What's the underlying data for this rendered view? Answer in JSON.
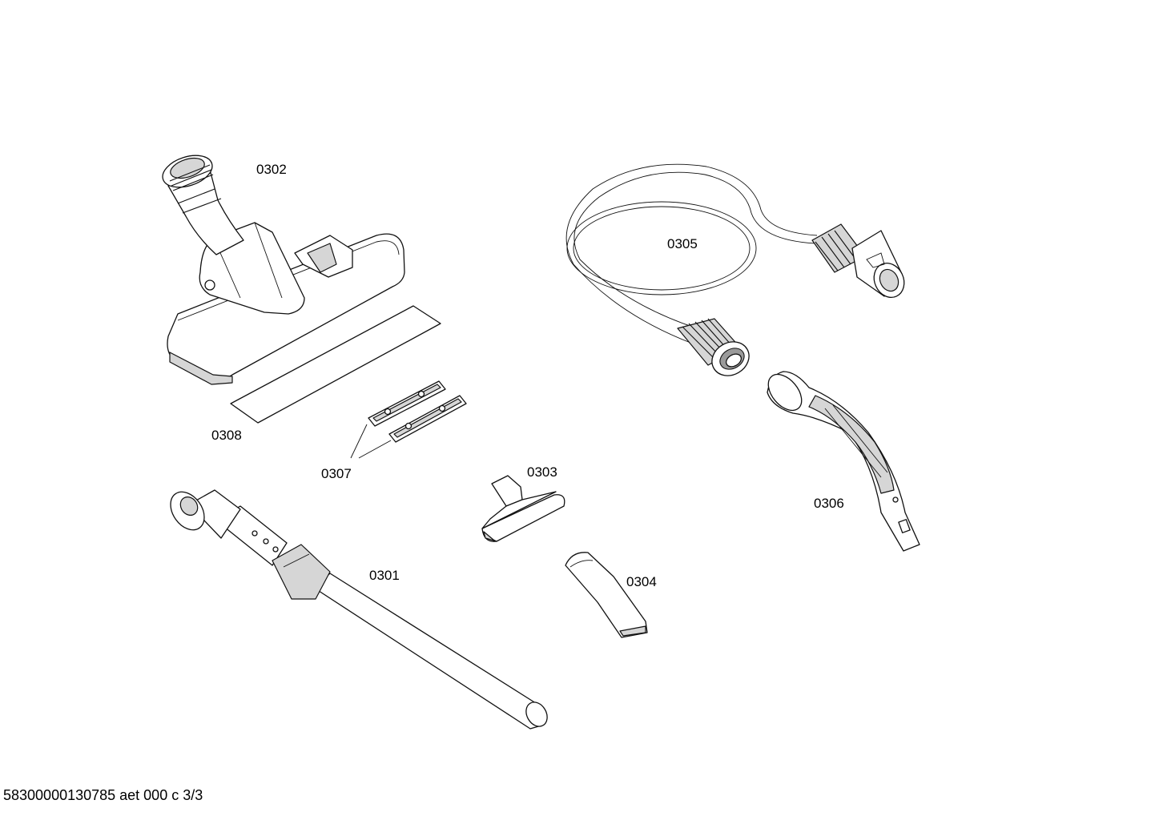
{
  "labels": {
    "p0301": "0301",
    "p0302": "0302",
    "p0303": "0303",
    "p0304": "0304",
    "p0305": "0305",
    "p0306": "0306",
    "p0307": "0307",
    "p0308": "0308"
  },
  "footer": "58300000130785 aet 000 c 3/3"
}
